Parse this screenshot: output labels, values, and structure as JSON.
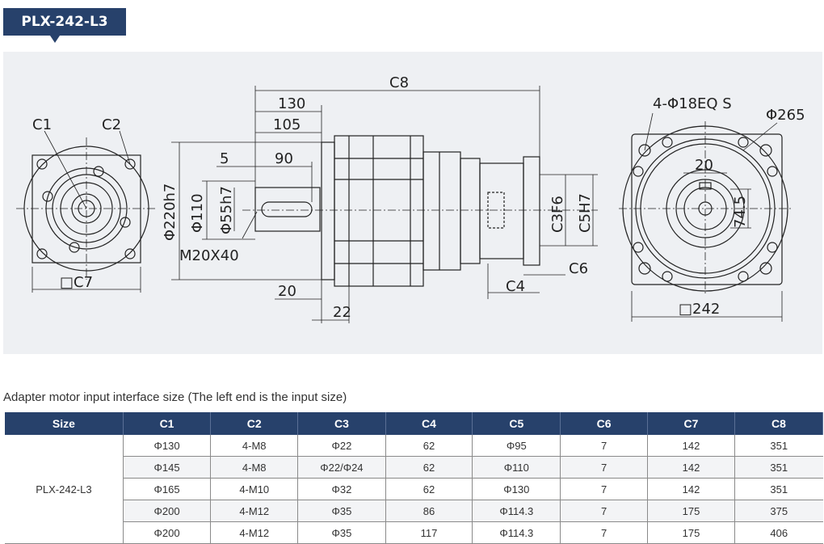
{
  "model_tag": "PLX-242-L3",
  "drawing": {
    "labels": {
      "c1": "C1",
      "c2": "C2",
      "c7": "□C7",
      "c8": "C8",
      "d130": "130",
      "d105": "105",
      "d5": "5",
      "d90": "90",
      "phi220": "Φ220h7",
      "phi110": "Φ110",
      "phi55": "Φ55h7",
      "m20": "M20X40",
      "d20": "20",
      "d22": "22",
      "c3": "C3F6",
      "c5": "C5H7",
      "c6": "C6",
      "c4": "C4",
      "holes": "4-Φ18EQ S",
      "phi265": "Φ265",
      "key20": "20",
      "d745": "74.5",
      "sq242": "□242"
    }
  },
  "caption": "Adapter motor input interface size (The left end is the input size)",
  "table": {
    "headers": [
      "Size",
      "C1",
      "C2",
      "C3",
      "C4",
      "C5",
      "C6",
      "C7",
      "C8"
    ],
    "model": "PLX-242-L3",
    "rows": [
      [
        "Φ130",
        "4-M8",
        "Φ22",
        "62",
        "Φ95",
        "7",
        "142",
        "351"
      ],
      [
        "Φ145",
        "4-M8",
        "Φ22/Φ24",
        "62",
        "Φ110",
        "7",
        "142",
        "351"
      ],
      [
        "Φ165",
        "4-M10",
        "Φ32",
        "62",
        "Φ130",
        "7",
        "142",
        "351"
      ],
      [
        "Φ200",
        "4-M12",
        "Φ35",
        "86",
        "Φ114.3",
        "7",
        "175",
        "375"
      ],
      [
        "Φ200",
        "4-M12",
        "Φ35",
        "117",
        "Φ114.3",
        "7",
        "175",
        "406"
      ]
    ]
  },
  "colors": {
    "header_bg": "#27416b",
    "drawing_bg": "#eef0f3"
  }
}
